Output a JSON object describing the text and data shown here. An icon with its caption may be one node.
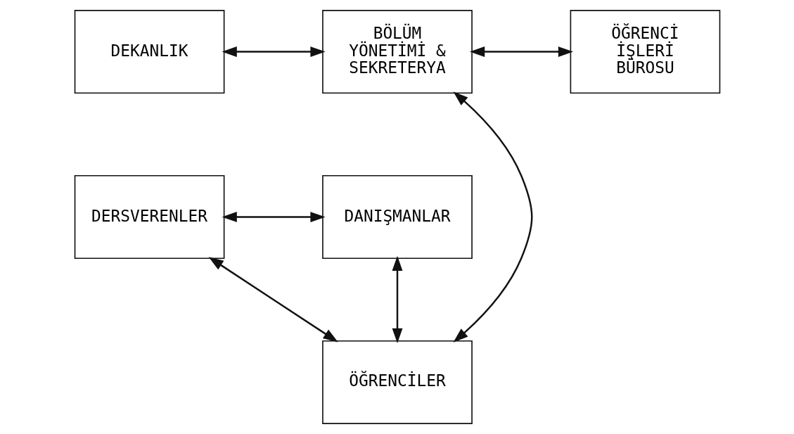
{
  "diagram": {
    "nodes": [
      {
        "text": [
          "DEKANLIK"
        ]
      },
      {
        "text": [
          "BÖLÜM YÖNETİMİ & SEKRETERYA"
        ]
      },
      {
        "text": [
          "ÖĞRENCİ İŞLERİ BÜROSU"
        ]
      },
      {
        "text": [
          "DERSVERENLER"
        ]
      },
      {
        "text": [
          "DANIŞMANLAR"
        ]
      },
      {
        "text": [
          "ÖĞRENCİLER"
        ]
      }
    ],
    "edges": [
      {
        "from": 0,
        "to": 1,
        "arrow": "both"
      },
      {
        "from": 1,
        "to": 2,
        "arrow": "both"
      },
      {
        "from": 1,
        "to": 5,
        "arrow": "both"
      },
      {
        "from": 3,
        "to": 4,
        "arrow": "both"
      },
      {
        "from": 3,
        "to": 5,
        "arrow": "both"
      },
      {
        "from": 4,
        "to": 5,
        "arrow": "both"
      }
    ]
  }
}
